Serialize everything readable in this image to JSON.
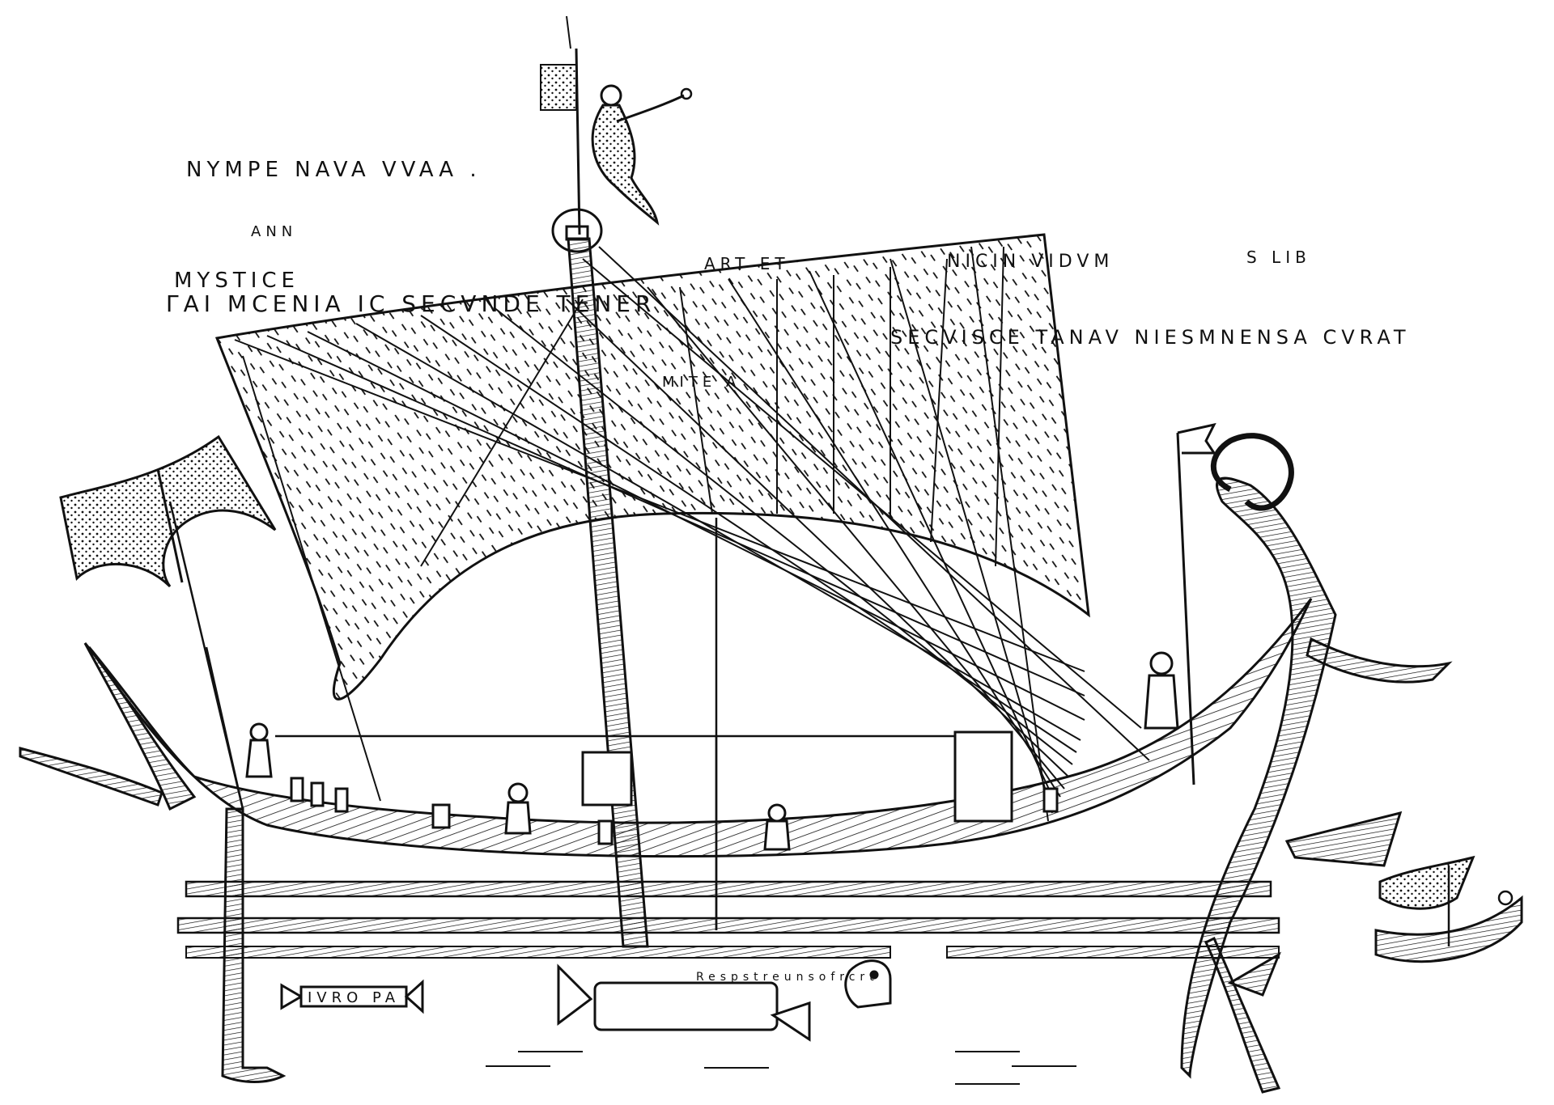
{
  "inscriptions": {
    "line_nympe": "NYMPE NAVA VVAA .",
    "line_ann": "ANN",
    "line_mystice": "MYSTICE",
    "line_main": "ΓΑΙ ΜCENIA IC SECVNDE TENER",
    "line_art": "ART ET",
    "line_nic": "NICIN VIDVM",
    "line_slib": "S LIB",
    "line_right": "SECVISCE TANAV NIESMNENSA CVRAT",
    "line_mite": "MITE A",
    "nameplate_left": "IVRO PA",
    "scribble_lower": "Respstreunsofrcrt"
  },
  "colors": {
    "ink": "#111111",
    "paper": "#ffffff"
  }
}
